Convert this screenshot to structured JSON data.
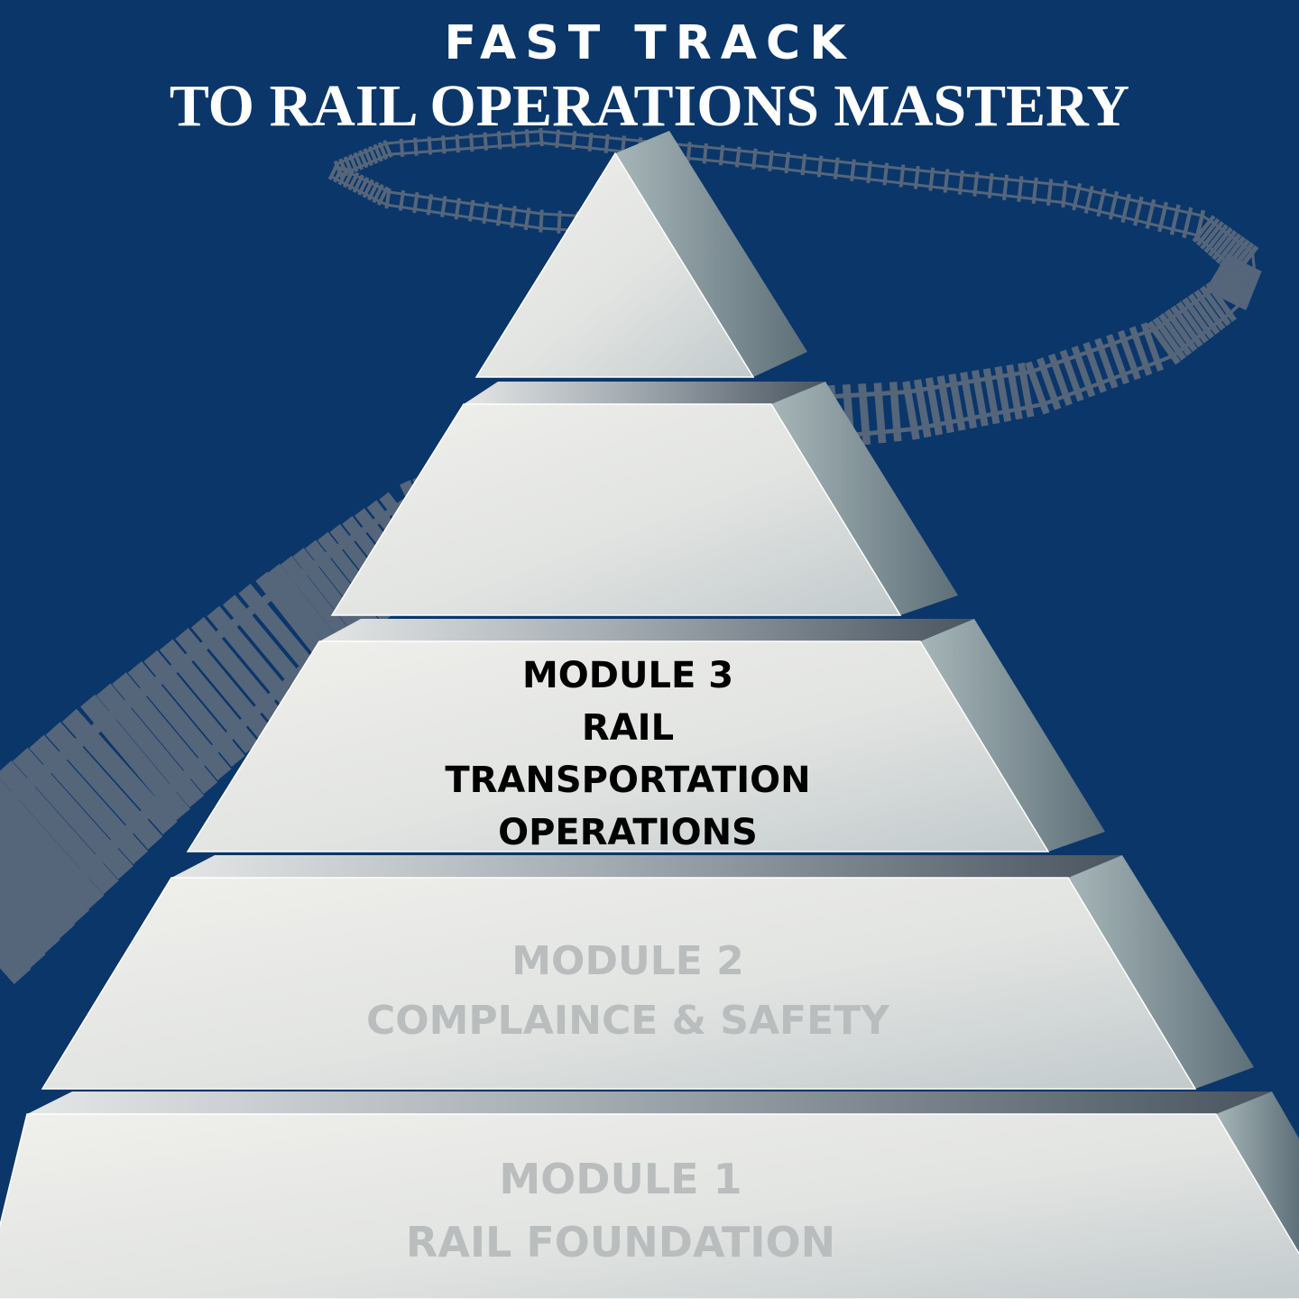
{
  "title": {
    "line1": "FAST TRACK",
    "line2": "TO RAIL OPERATIONS MASTERY"
  },
  "colors": {
    "background": "#0a366a",
    "track": "#55657a",
    "tier_face_light": "#eeeeea",
    "tier_face_dark": "#c3cbcc",
    "tier_side": "#73858d",
    "active_text": "#000000",
    "inactive_text": "#b9bdbe"
  },
  "tiers": {
    "apex": {
      "lines": []
    },
    "tier4": {
      "lines": []
    },
    "module3": {
      "state": "active",
      "lines": [
        "MODULE 3",
        "RAIL",
        "TRANSPORTATION",
        "OPERATIONS"
      ]
    },
    "module2": {
      "state": "inactive",
      "lines": [
        "MODULE 2",
        "COMPLAINCE & SAFETY"
      ]
    },
    "module1": {
      "state": "inactive",
      "lines": [
        "MODULE 1",
        "RAIL FOUNDATION"
      ]
    }
  }
}
